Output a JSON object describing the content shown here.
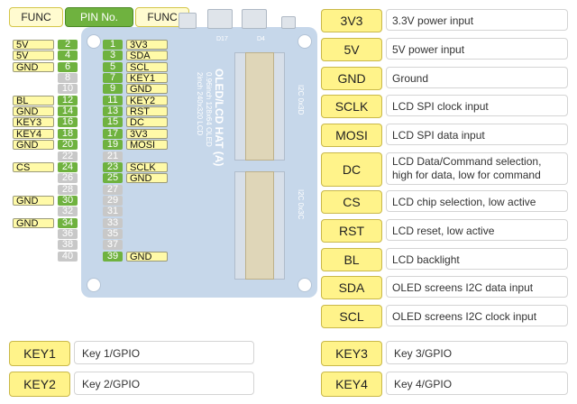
{
  "header": {
    "func_left": "FUNC",
    "pin_no": "PIN No.",
    "func_right": "FUNC"
  },
  "board": {
    "title": "OLED/LCD HAT (A)",
    "subtitle1": "0.96inch 128x64 OLED",
    "subtitle2": "2inch 240x320 LCD",
    "i2c_top": "I2C 0x3D",
    "i2c_bottom": "I2C 0x3C",
    "d17": "D17",
    "d4": "D4"
  },
  "pins_left": [
    {
      "num": "2",
      "label": "5V",
      "active": true
    },
    {
      "num": "4",
      "label": "5V",
      "active": true
    },
    {
      "num": "6",
      "label": "GND",
      "active": true
    },
    {
      "num": "8",
      "label": "",
      "active": false
    },
    {
      "num": "10",
      "label": "",
      "active": false
    },
    {
      "num": "12",
      "label": "BL",
      "active": true
    },
    {
      "num": "14",
      "label": "GND",
      "active": true
    },
    {
      "num": "16",
      "label": "KEY3",
      "active": true
    },
    {
      "num": "18",
      "label": "KEY4",
      "active": true
    },
    {
      "num": "20",
      "label": "GND",
      "active": true
    },
    {
      "num": "22",
      "label": "",
      "active": false
    },
    {
      "num": "24",
      "label": "CS",
      "active": true
    },
    {
      "num": "26",
      "label": "",
      "active": false
    },
    {
      "num": "28",
      "label": "",
      "active": false
    },
    {
      "num": "30",
      "label": "GND",
      "active": true
    },
    {
      "num": "32",
      "label": "",
      "active": false
    },
    {
      "num": "34",
      "label": "GND",
      "active": true
    },
    {
      "num": "36",
      "label": "",
      "active": false
    },
    {
      "num": "38",
      "label": "",
      "active": false
    },
    {
      "num": "40",
      "label": "",
      "active": false
    }
  ],
  "pins_right": [
    {
      "num": "1",
      "label": "3V3",
      "active": true
    },
    {
      "num": "3",
      "label": "SDA",
      "active": true
    },
    {
      "num": "5",
      "label": "SCL",
      "active": true
    },
    {
      "num": "7",
      "label": "KEY1",
      "active": true
    },
    {
      "num": "9",
      "label": "GND",
      "active": true
    },
    {
      "num": "11",
      "label": "KEY2",
      "active": true
    },
    {
      "num": "13",
      "label": "RST",
      "active": true
    },
    {
      "num": "15",
      "label": "DC",
      "active": true
    },
    {
      "num": "17",
      "label": "3V3",
      "active": true
    },
    {
      "num": "19",
      "label": "MOSI",
      "active": true
    },
    {
      "num": "21",
      "label": "",
      "active": false
    },
    {
      "num": "23",
      "label": "SCLK",
      "active": true
    },
    {
      "num": "25",
      "label": "GND",
      "active": true
    },
    {
      "num": "27",
      "label": "",
      "active": false
    },
    {
      "num": "29",
      "label": "",
      "active": false
    },
    {
      "num": "31",
      "label": "",
      "active": false
    },
    {
      "num": "33",
      "label": "",
      "active": false
    },
    {
      "num": "35",
      "label": "",
      "active": false
    },
    {
      "num": "37",
      "label": "",
      "active": false
    },
    {
      "num": "39",
      "label": "GND",
      "active": true
    }
  ],
  "legend": [
    {
      "key": "3V3",
      "desc": "3.3V power input"
    },
    {
      "key": "5V",
      "desc": "5V power input"
    },
    {
      "key": "GND",
      "desc": "Ground"
    },
    {
      "key": "SCLK",
      "desc": "LCD SPI clock input"
    },
    {
      "key": "MOSI",
      "desc": "LCD SPI data input"
    },
    {
      "key": "DC",
      "desc": "LCD Data/Command selection, high for data, low for command"
    },
    {
      "key": "CS",
      "desc": "LCD chip selection, low active"
    },
    {
      "key": "RST",
      "desc": "LCD reset, low active"
    },
    {
      "key": "BL",
      "desc": "LCD backlight"
    },
    {
      "key": "SDA",
      "desc": "OLED screens I2C data input"
    },
    {
      "key": "SCL",
      "desc": "OLED screens I2C clock input"
    }
  ],
  "keys": [
    {
      "key": "KEY1",
      "desc": "Key 1/GPIO"
    },
    {
      "key": "KEY2",
      "desc": "Key 2/GPIO"
    },
    {
      "key": "KEY3",
      "desc": "Key 3/GPIO"
    },
    {
      "key": "KEY4",
      "desc": "Key 4/GPIO"
    }
  ],
  "colors": {
    "pin_active": "#6fb23f",
    "pin_inactive": "#c8c8c8",
    "label_bg": "#fffaa8",
    "legend_key_bg": "#fff38a",
    "board": "#c6d7ea"
  }
}
